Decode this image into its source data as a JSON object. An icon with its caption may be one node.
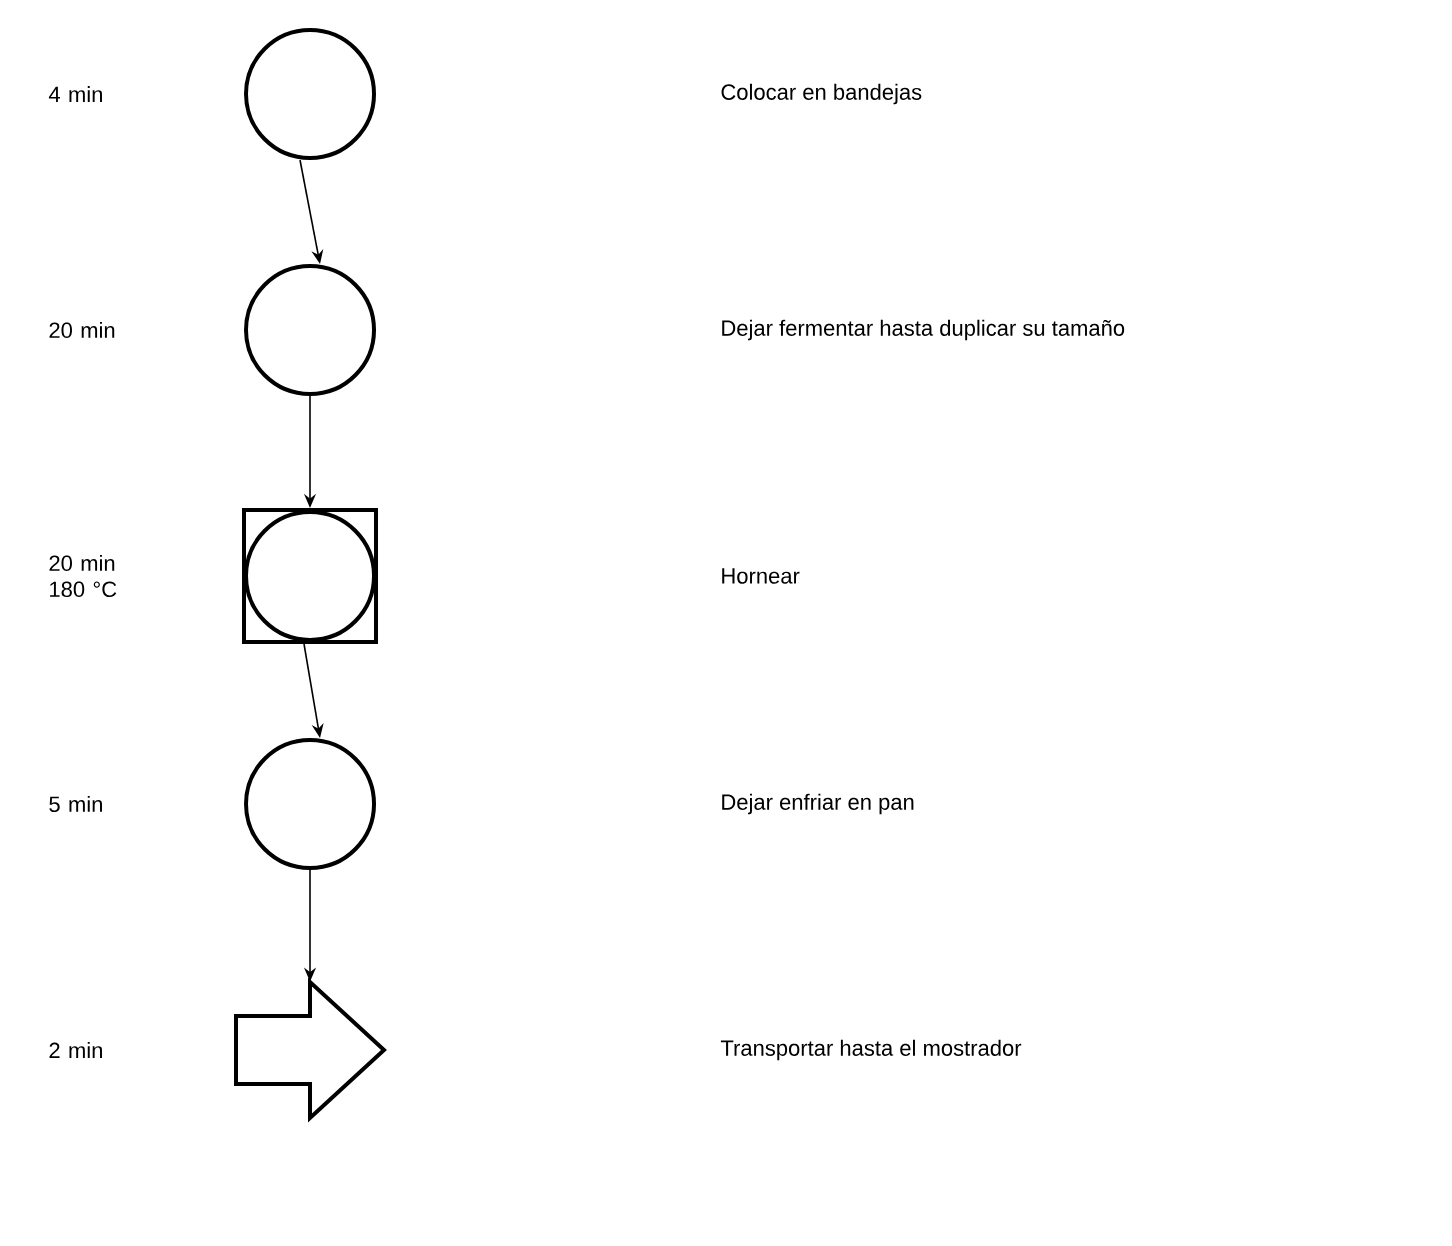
{
  "diagram": {
    "nodes": [
      {
        "text": [],
        "shape": "circle"
      },
      {
        "text": [],
        "shape": "circle"
      },
      {
        "text": [],
        "shape": "box"
      },
      {
        "text": [],
        "shape": "circle"
      },
      {
        "text": [],
        "shape": "arrow"
      }
    ],
    "edges": [
      {
        "from": 0,
        "to": 1,
        "arrow": "to"
      },
      {
        "from": 1,
        "to": 2,
        "arrow": "to"
      },
      {
        "from": 2,
        "to": 3,
        "arrow": "to"
      },
      {
        "from": 3,
        "to": 4,
        "arrow": "to"
      }
    ],
    "labels": [
      "4 min",
      "Colocar en bandejas",
      "20 min",
      "Dejar fermentar hasta duplicar su tamaño",
      "20 min 180 °C",
      "Hornear",
      "5 min",
      "Dejar enfriar en pan",
      "2 min",
      "Transportar hasta el mostrador"
    ]
  }
}
